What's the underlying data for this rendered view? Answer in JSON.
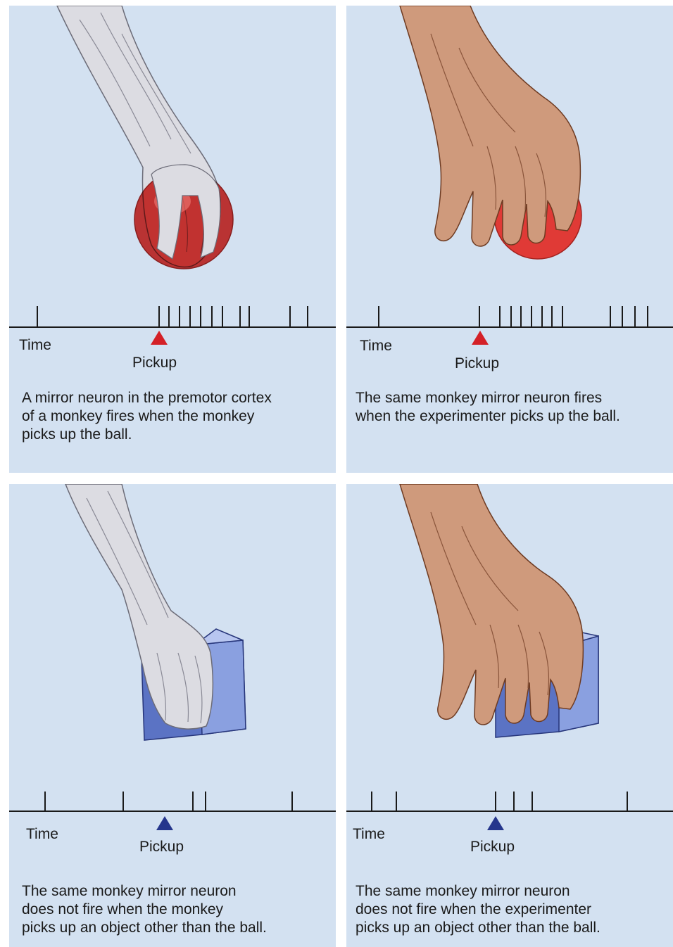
{
  "panels": [
    {
      "id": "monkey-ball",
      "time_label": "Time",
      "pickup_label": "Pickup",
      "pickup_marker_color": "#d42027",
      "hand": "monkey",
      "object": "ball",
      "caption_lines": [
        "A mirror neuron in the premotor cortex",
        "of a monkey fires when the monkey",
        "picks up the ball."
      ]
    },
    {
      "id": "human-ball",
      "time_label": "Time",
      "pickup_label": "Pickup",
      "pickup_marker_color": "#d42027",
      "hand": "human",
      "object": "ball",
      "caption_lines": [
        "The same monkey mirror neuron fires",
        "when the experimenter picks up the ball."
      ]
    },
    {
      "id": "monkey-box",
      "time_label": "Time",
      "pickup_label": "Pickup",
      "pickup_marker_color": "#25368c",
      "hand": "monkey",
      "object": "box",
      "caption_lines": [
        "The same monkey mirror neuron",
        "does not fire when the monkey",
        "picks up an object other than the ball."
      ]
    },
    {
      "id": "human-box",
      "time_label": "Time",
      "pickup_label": "Pickup",
      "pickup_marker_color": "#25368c",
      "hand": "human",
      "object": "box",
      "caption_lines": [
        "The same monkey mirror neuron",
        "does not fire when the experimenter",
        "picks up an object other than the ball."
      ]
    }
  ],
  "colors": {
    "panel_background": "#d3e1f1",
    "ball": "#e03a36",
    "box": "#5b73c4",
    "monkey_fur": "#d9d9de",
    "human_skin": "#c99275"
  }
}
